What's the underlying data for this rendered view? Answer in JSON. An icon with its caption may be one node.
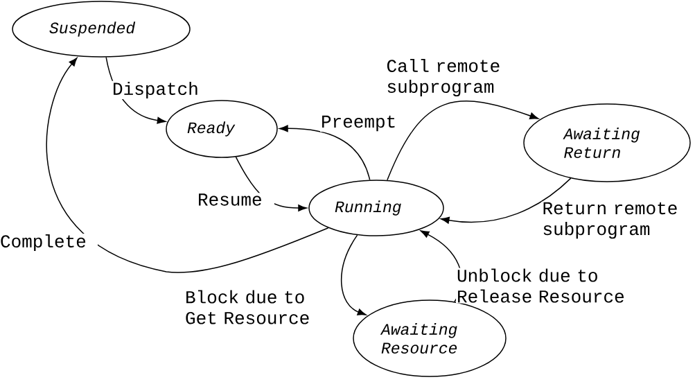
{
  "diagram": {
    "nodes": [
      {
        "text": [
          "Suspended"
        ]
      },
      {
        "text": [
          "Ready"
        ]
      },
      {
        "text": [
          "Running"
        ]
      },
      {
        "text": [
          "Awaiting Return"
        ]
      },
      {
        "text": [
          "Awaiting Resource"
        ]
      }
    ],
    "edges": [
      {
        "from": 0,
        "to": 1,
        "arrow": "to",
        "label": "Dispatch"
      },
      {
        "from": 2,
        "to": 1,
        "arrow": "to",
        "label": "Preempt"
      },
      {
        "from": 2,
        "to": 3,
        "arrow": "to",
        "label": "Call remote subprogram"
      },
      {
        "from": 1,
        "to": 2,
        "arrow": "to",
        "label": "Resume"
      },
      {
        "from": 3,
        "to": 2,
        "arrow": "to",
        "label": "Return remote subprogram"
      },
      {
        "from": 2,
        "to": 0,
        "arrow": "to",
        "label": "Complete"
      },
      {
        "from": 2,
        "to": 4,
        "arrow": "to",
        "label": "Block due to Get Resource"
      },
      {
        "from": 4,
        "to": 2,
        "arrow": "to",
        "label": "Unblock due to Release Resource"
      }
    ]
  }
}
